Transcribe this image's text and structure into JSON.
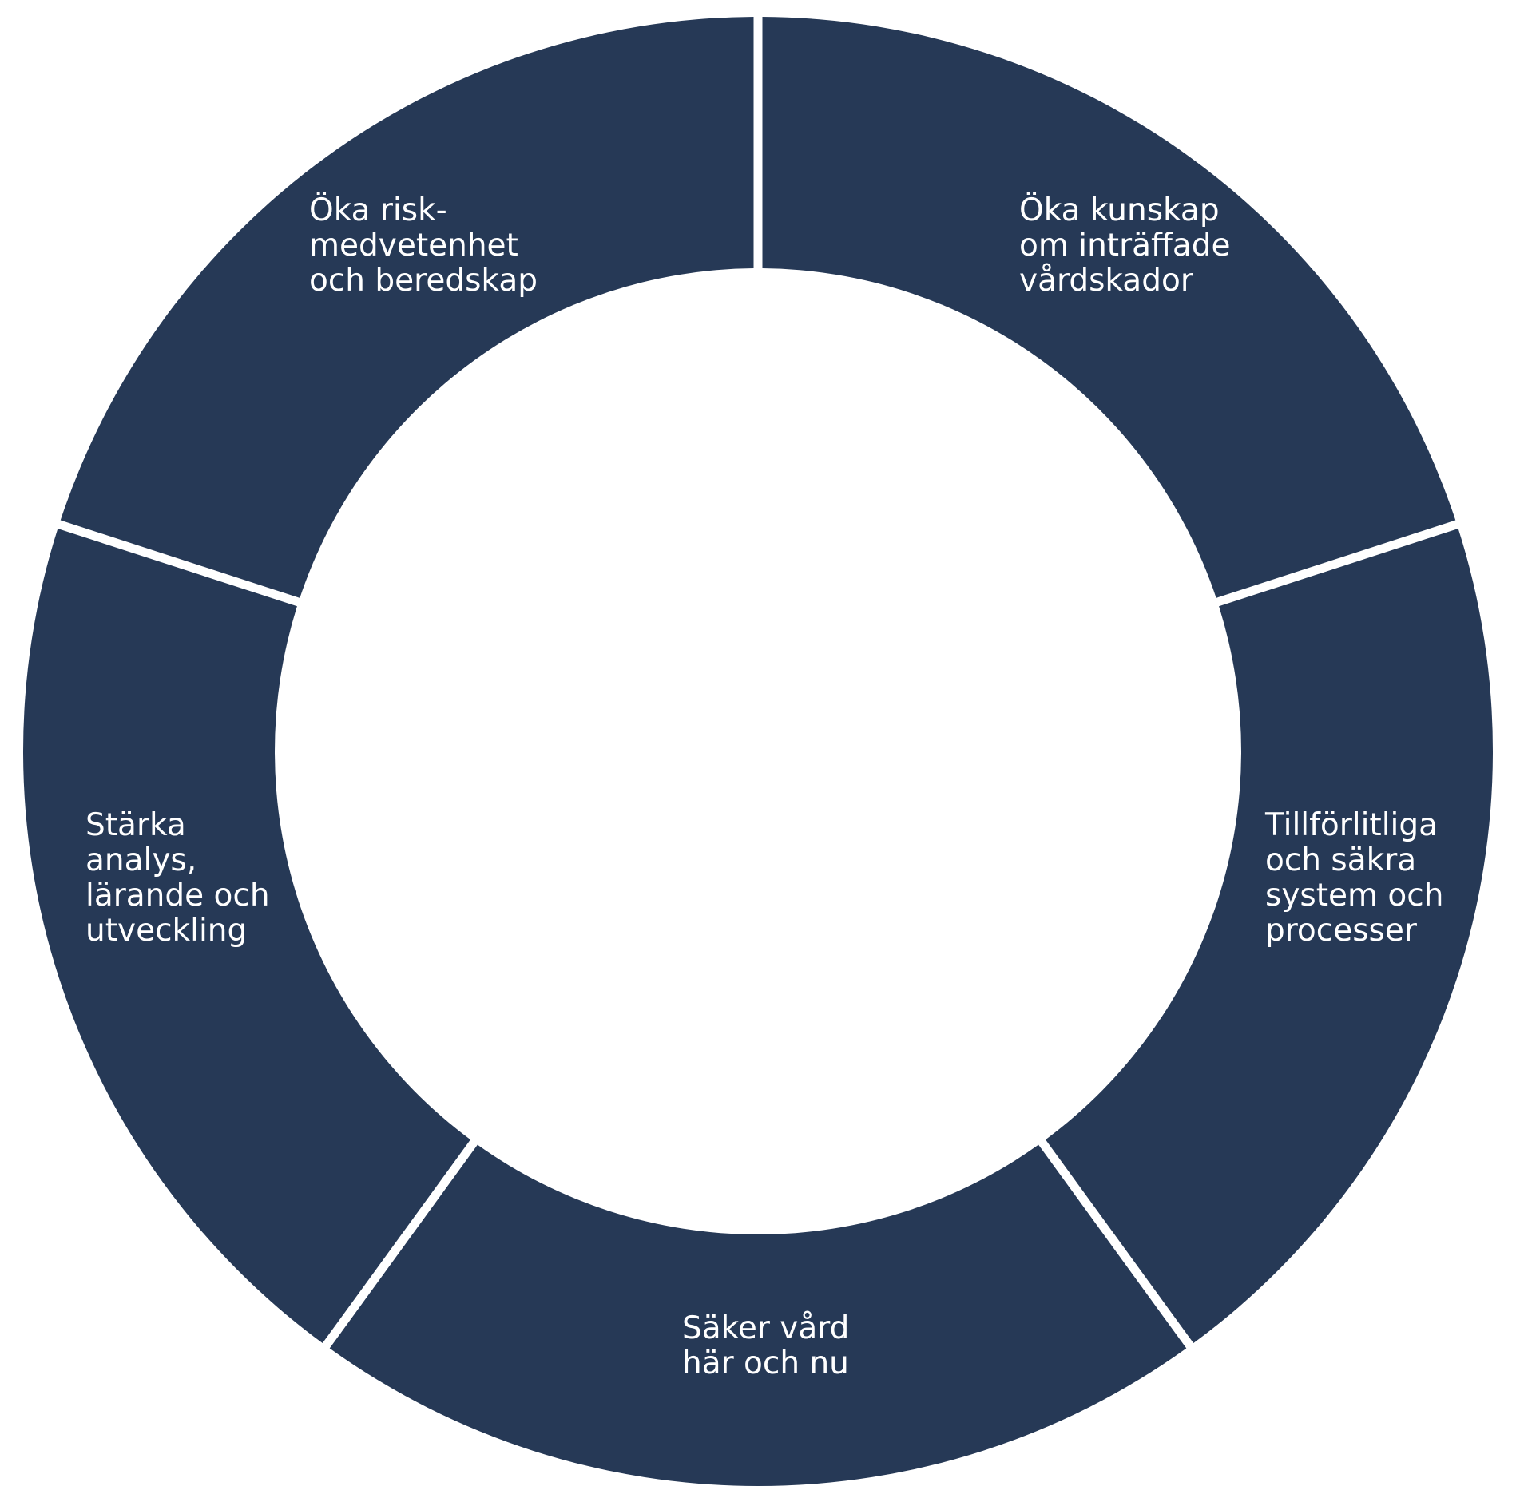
{
  "diagram": {
    "colors": {
      "segment_fill": "#263956",
      "separator": "#ffffff",
      "label_text": "#ffffff"
    },
    "segments": [
      {
        "id": "risk-awareness",
        "label": "Öka risk-\nmedvetenhet\noch beredskap"
      },
      {
        "id": "knowledge",
        "label": "Öka kunskap\nom inträffade\nvårdskador"
      },
      {
        "id": "reliable-systems",
        "label": "Tillförlitliga\noch säkra\nsystem och\nprocesser"
      },
      {
        "id": "safe-care",
        "label": "Säker vård\nhär och nu"
      },
      {
        "id": "analysis-learning",
        "label": "Stärka\nanalys,\nlärande och\nutveckling"
      }
    ]
  }
}
